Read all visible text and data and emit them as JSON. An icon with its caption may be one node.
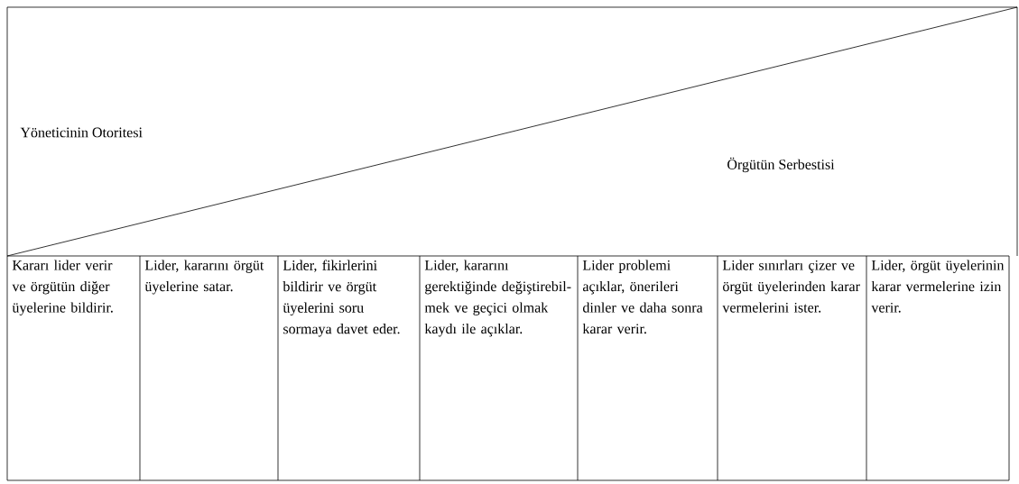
{
  "diagram": {
    "labels": [
      "Yöneticinin Otoritesi",
      "Örgütün Serbestisi",
      "Kararı lider verir ve örgütün diğer üyelerine bildirir.",
      "Lider, kararını örgüt üyelerine satar.",
      "Lider, fikirlerini bildirir ve örgüt üyelerini soru sormaya davet eder.",
      "Lider, kararını gerektiğinde değiştirebil-mek ve geçici olmak kaydı ile açıklar.",
      "Lider problemi açıklar, önerileri dinler ve daha sonra karar verir.",
      "Lider sınırları çizer ve örgüt üyelerinden karar vermelerini ister.",
      "Lider, örgüt üyelerinin karar vermelerine izin verir."
    ]
  }
}
